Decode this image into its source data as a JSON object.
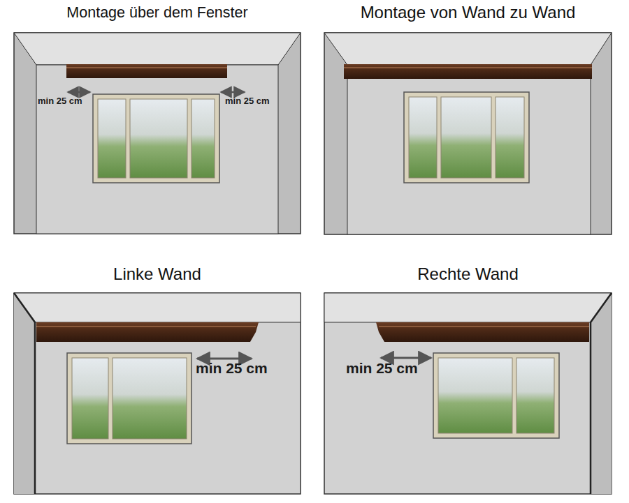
{
  "diagram": {
    "nodes": [
      {
        "text": [
          "Montage über dem Fenster"
        ]
      },
      {
        "text": [
          "Montage von Wand zu Wand"
        ]
      },
      {
        "text": [
          "Linke Wand"
        ]
      },
      {
        "text": [
          "Rechte Wand"
        ]
      }
    ],
    "labels": [
      "min 25 cm",
      "min 25 cm",
      "min 25 cm",
      "min 25 cm"
    ]
  }
}
